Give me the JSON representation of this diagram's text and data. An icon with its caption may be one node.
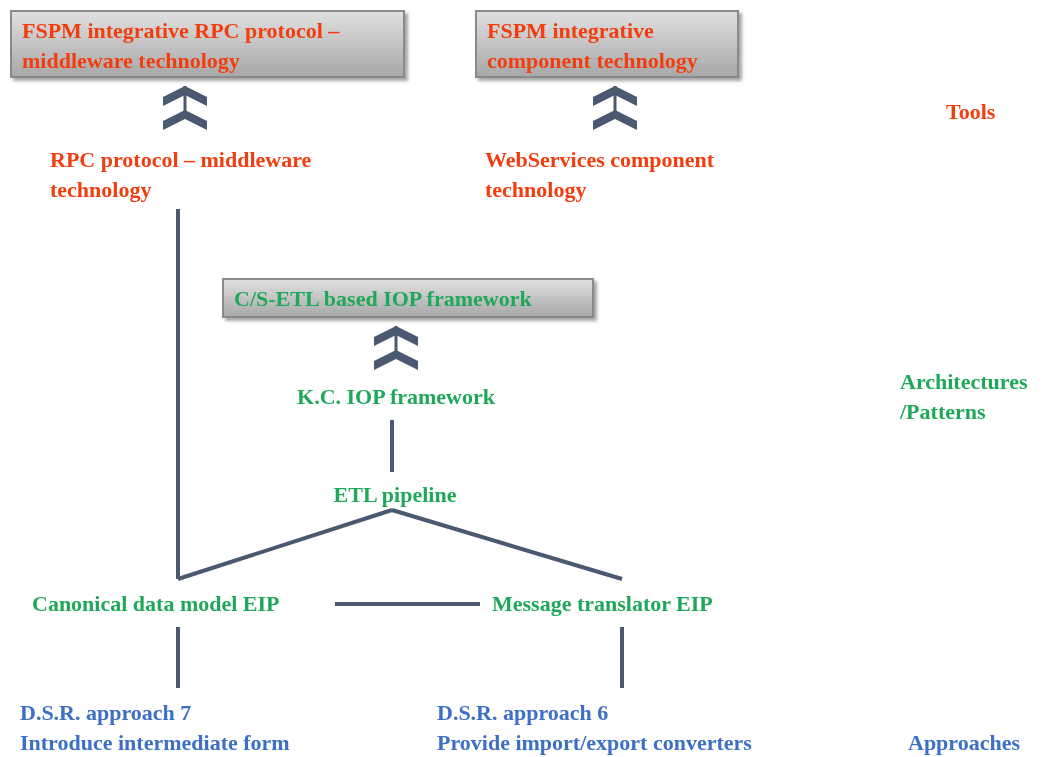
{
  "diagram": {
    "nodes": [
      {
        "text": [
          "FSPM integrative RPC protocol – middleware technology"
        ]
      },
      {
        "text": [
          "FSPM integrative component technology"
        ]
      },
      {
        "text": [
          "RPC protocol – middleware technology"
        ]
      },
      {
        "text": [
          "WebServices component technology"
        ]
      },
      {
        "text": [
          "C/S-ETL based IOP framework"
        ]
      },
      {
        "text": [
          "K.C. IOP framework"
        ]
      },
      {
        "text": [
          "ETL pipeline"
        ]
      },
      {
        "text": [
          "Canonical data model EIP"
        ]
      },
      {
        "text": [
          "Message translator EIP"
        ]
      },
      {
        "text": [
          "D.S.R. approach 7",
          "Introduce intermediate form"
        ]
      },
      {
        "text": [
          "D.S.R. approach 6",
          "Provide import/export converters"
        ]
      }
    ],
    "edges": [
      {
        "from": 2,
        "to": 0,
        "arrow": "to"
      },
      {
        "from": 3,
        "to": 1,
        "arrow": "to"
      },
      {
        "from": 5,
        "to": 4,
        "arrow": "to"
      },
      {
        "from": 5,
        "to": 6,
        "arrow": "none"
      },
      {
        "from": 2,
        "to": 7,
        "arrow": "none"
      },
      {
        "from": 6,
        "to": 7,
        "arrow": "none"
      },
      {
        "from": 6,
        "to": 8,
        "arrow": "none"
      },
      {
        "from": 7,
        "to": 8,
        "arrow": "none"
      },
      {
        "from": 7,
        "to": 9,
        "arrow": "none"
      },
      {
        "from": 8,
        "to": 10,
        "arrow": "none"
      }
    ],
    "labels": [
      "Tools",
      "Architectures /Patterns",
      "Approaches"
    ]
  }
}
